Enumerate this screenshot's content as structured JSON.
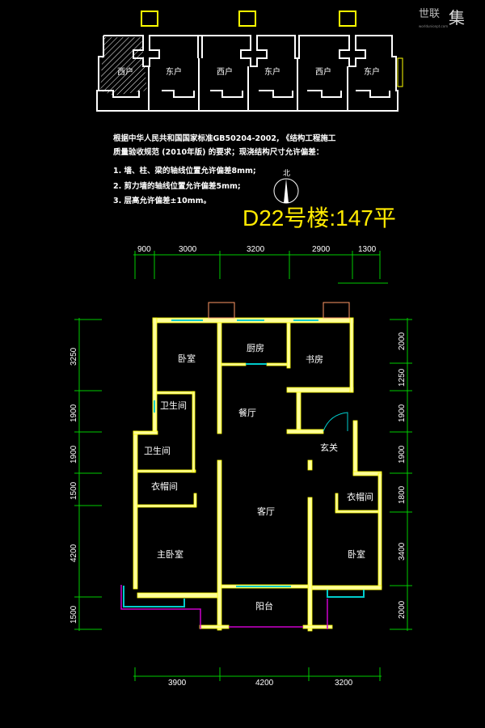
{
  "watermark": {
    "brand": "世联",
    "mark": "集",
    "url": "worldunionpt.com"
  },
  "key_plan": {
    "units": [
      "西户",
      "东户",
      "西户",
      "东户",
      "西户",
      "东户"
    ],
    "stair_labels": [
      "",
      "",
      ""
    ]
  },
  "notes": [
    "根据中华人民共和国国家标准GB50204-2002, 《结构工程施工",
    "质量验收规范 (2010年版) 的要求；现浇结构尺寸允许偏差：",
    "1. 墙、柱、梁的轴线位置允许偏差8mm;",
    "2. 剪力墙的轴线位置允许偏差5mm;",
    "3. 层高允许偏差±10mm。"
  ],
  "north_label": "北",
  "title": "D22号楼:147平",
  "dimensions": {
    "top": [
      "900",
      "3000",
      "3200",
      "2900",
      "1300"
    ],
    "bottom": [
      "3900",
      "4200",
      "3200"
    ],
    "left": [
      "3250",
      "1900",
      "1900",
      "1500",
      "4200",
      "1500"
    ],
    "right": [
      "2000",
      "1250",
      "1900",
      "1900",
      "1800",
      "3400",
      "2000"
    ]
  },
  "rooms": {
    "bedroom_nw": "卧室",
    "kitchen": "厨房",
    "study": "书房",
    "bath1": "卫生间",
    "dining": "餐厅",
    "bath2": "卫生间",
    "foyer": "玄关",
    "closet_w": "衣帽间",
    "closet_e": "衣帽间",
    "living": "客厅",
    "master": "主卧室",
    "bedroom_se": "卧室",
    "balcony": "阳台"
  },
  "colors": {
    "wall": "#ffff66",
    "dim": "#00cc00",
    "window": "#00cccc",
    "rail": "#cc00cc",
    "title": "#ffea00"
  }
}
